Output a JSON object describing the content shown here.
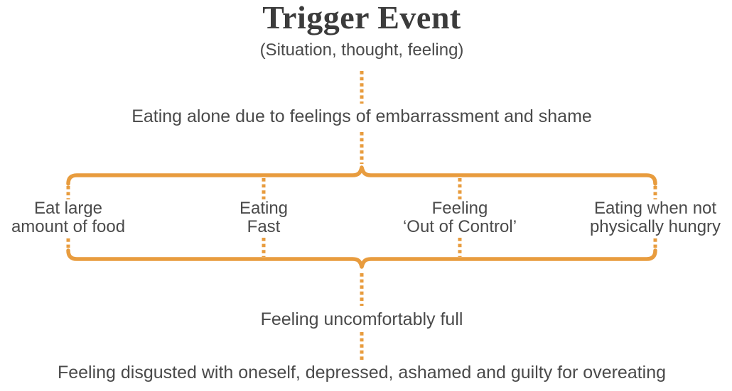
{
  "diagram": {
    "title": "Trigger Event",
    "subtitle": "(Situation, thought, feeling)",
    "trigger_description": "Eating alone due to feelings of embarrassment and shame",
    "behaviors": [
      {
        "line1": "Eat large",
        "line2": "amount of food"
      },
      {
        "line1": "Eating",
        "line2": "Fast"
      },
      {
        "line1": "Feeling",
        "line2": "‘Out of Control’"
      },
      {
        "line1": "Eating when not",
        "line2": "physically hungry"
      }
    ],
    "consequence_full": "Feeling uncomfortably full",
    "consequence_emotions": "Feeling disgusted with oneself, depressed, ashamed and guilty for overeating",
    "colors": {
      "accent": "#E89C3E",
      "title": "#3B3B3B",
      "text": "#4A4A4A",
      "background": "#FFFFFF"
    }
  }
}
